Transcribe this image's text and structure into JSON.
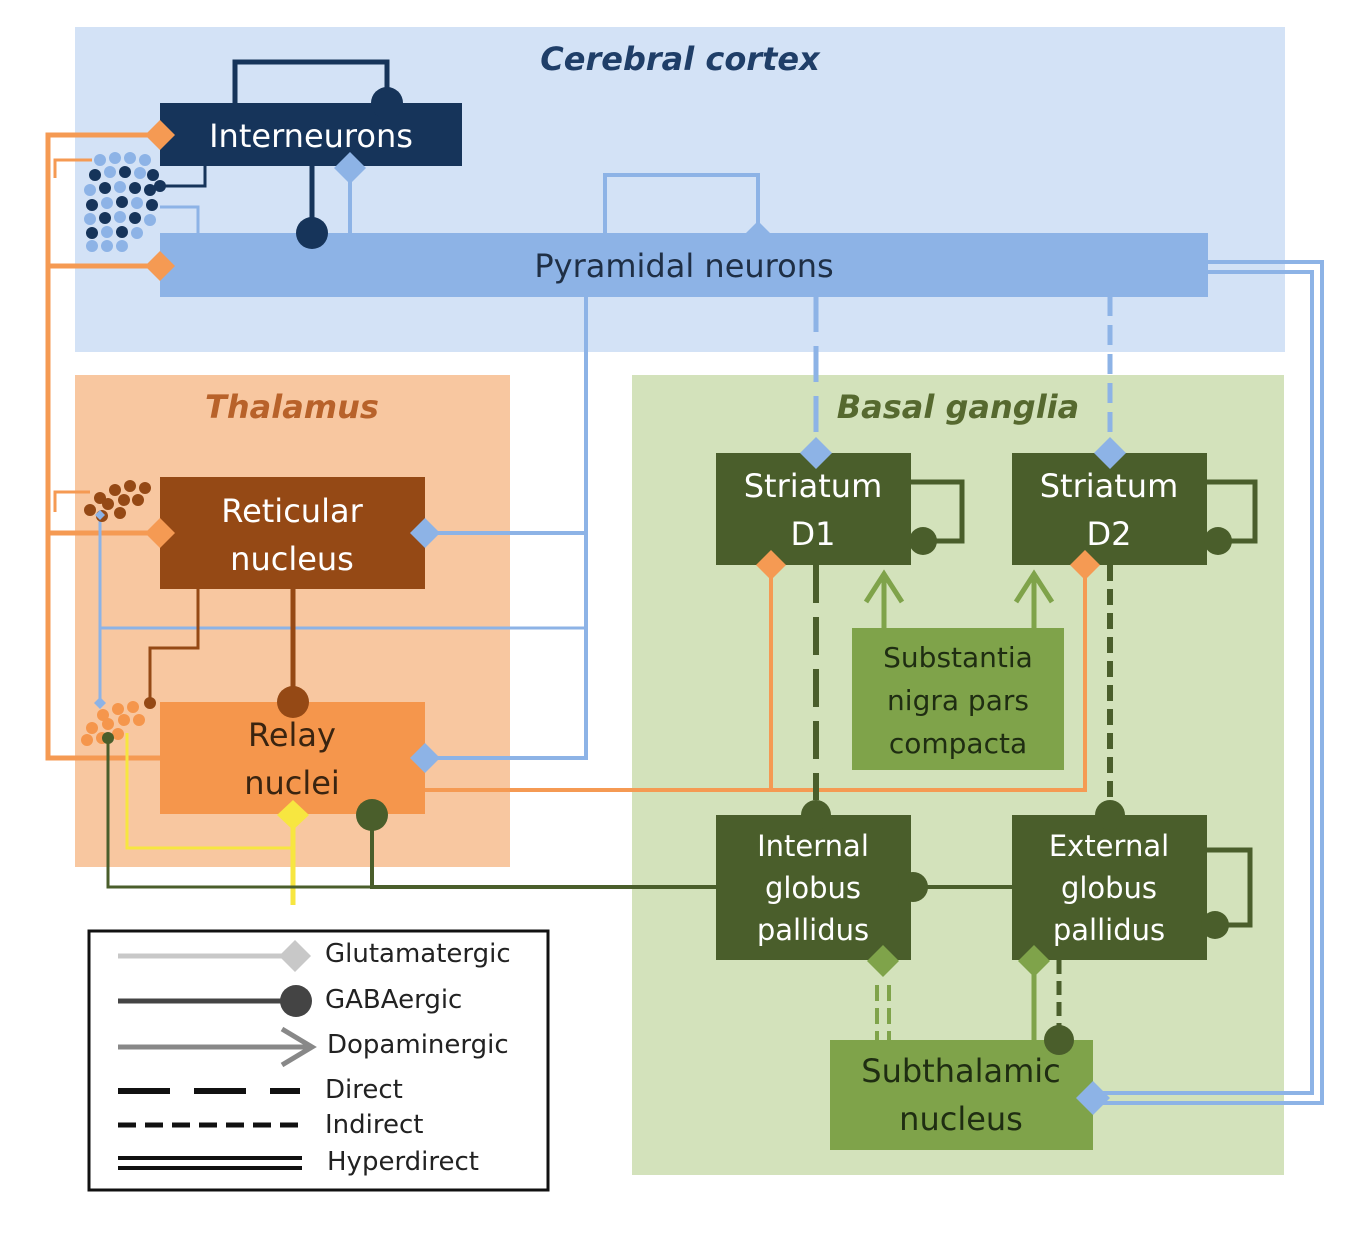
{
  "regions": {
    "cortex": "Cerebral cortex",
    "thalamus": "Thalamus",
    "basal_ganglia": "Basal ganglia"
  },
  "nodes": {
    "interneurons": "Interneurons",
    "pyramidal": "Pyramidal neurons",
    "reticular": [
      "Reticular",
      "nucleus"
    ],
    "relay": [
      "Relay",
      "nuclei"
    ],
    "striatum_d1": [
      "Striatum",
      "D1"
    ],
    "striatum_d2": [
      "Striatum",
      "D2"
    ],
    "snc": [
      "Substantia",
      "nigra pars",
      "compacta"
    ],
    "gpi": [
      "Internal",
      "globus",
      "pallidus"
    ],
    "gpe": [
      "External",
      "globus",
      "pallidus"
    ],
    "stn": [
      "Subthalamic",
      "nucleus"
    ]
  },
  "legend": {
    "glutamatergic": "Glutamatergic",
    "gabaergic": "GABAergic",
    "dopaminergic": "Dopaminergic",
    "direct": "Direct",
    "indirect": "Indirect",
    "hyperdirect": "Hyperdirect"
  },
  "colors": {
    "cortex_bg": "#d3e2f6",
    "thalamus_bg": "#f8c7a0",
    "bg_bg": "#d3e2bb",
    "interneuron": "#16345a",
    "pyramidal": "#8db3e6",
    "reticular": "#954915",
    "relay": "#f5964c",
    "bg_dark": "#4a5e2b",
    "bg_light": "#7fa34a",
    "orange": "#f59a53",
    "yellow": "#f7e640"
  }
}
